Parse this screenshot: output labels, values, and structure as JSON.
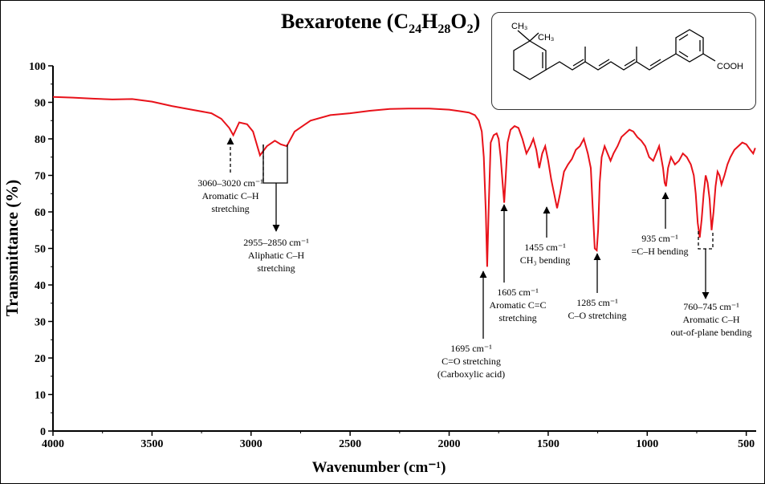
{
  "title": {
    "name": "Bexarotene",
    "formula_parts": [
      {
        "text": "(C",
        "sub": false
      },
      {
        "text": "24",
        "sub": true
      },
      {
        "text": "H",
        "sub": false
      },
      {
        "text": "28",
        "sub": true
      },
      {
        "text": "O",
        "sub": false
      },
      {
        "text": "2",
        "sub": true
      },
      {
        "text": ")",
        "sub": false
      }
    ]
  },
  "structure": {
    "methyl_1": "CH₃",
    "methyl_2": "CH₃",
    "acid_group": "COOH"
  },
  "colors": {
    "spectrum": "#e8121a",
    "axis": "#000000"
  },
  "chart_data": {
    "type": "line",
    "xlabel": "Wavenumber (cm⁻¹)",
    "ylabel": "Transmittance (%)",
    "xlim": [
      4000,
      450
    ],
    "ylim": [
      0,
      100
    ],
    "x_ticks": [
      4000,
      3500,
      3000,
      2500,
      2000,
      1500,
      1000,
      500
    ],
    "y_ticks": [
      0,
      10,
      20,
      30,
      40,
      50,
      60,
      70,
      80,
      90,
      100
    ],
    "grid": false,
    "legend": "none",
    "series": [
      {
        "x": [
          4000,
          3900,
          3800,
          3700,
          3600,
          3500,
          3400,
          3300,
          3200,
          3150,
          3110,
          3090,
          3060,
          3020,
          2990,
          2955,
          2920,
          2880,
          2850,
          2820,
          2780,
          2700,
          2600,
          2500,
          2400,
          2300,
          2200,
          2100,
          2000,
          1950,
          1900,
          1870,
          1850,
          1835,
          1825,
          1815,
          1808,
          1800,
          1790,
          1775,
          1760,
          1750,
          1740,
          1730,
          1722,
          1714,
          1705,
          1690,
          1670,
          1650,
          1630,
          1610,
          1590,
          1575,
          1560,
          1545,
          1530,
          1515,
          1500,
          1485,
          1470,
          1455,
          1440,
          1420,
          1400,
          1380,
          1360,
          1340,
          1320,
          1300,
          1285,
          1275,
          1265,
          1255,
          1248,
          1240,
          1230,
          1215,
          1200,
          1185,
          1170,
          1150,
          1130,
          1110,
          1090,
          1070,
          1050,
          1030,
          1010,
          990,
          970,
          955,
          940,
          930,
          920,
          912,
          905,
          895,
          880,
          860,
          840,
          820,
          800,
          780,
          765,
          755,
          745,
          735,
          725,
          715,
          705,
          695,
          685,
          675,
          665,
          655,
          645,
          635,
          625,
          610,
          595,
          580,
          560,
          540,
          520,
          500,
          480,
          465,
          455
        ],
        "y": [
          91.5,
          91.3,
          91,
          90.8,
          90.9,
          90.2,
          89,
          88,
          87,
          85.5,
          83,
          81,
          84.5,
          84,
          82,
          75.5,
          78,
          79.5,
          78.5,
          78,
          82,
          85,
          86.5,
          87,
          87.7,
          88.2,
          88.3,
          88.3,
          88,
          87.6,
          87.2,
          86.5,
          85,
          82,
          75,
          60,
          45,
          62,
          79,
          81,
          81.5,
          80,
          75,
          68,
          62.5,
          70,
          79,
          82.5,
          83.5,
          83,
          80,
          76,
          78,
          80,
          77,
          72,
          76,
          78,
          74,
          69,
          65,
          61,
          65,
          71,
          73,
          74.5,
          77,
          78,
          80,
          76,
          72,
          61,
          50,
          49.5,
          55,
          68,
          75,
          78,
          76,
          74,
          76,
          78,
          80.5,
          81.5,
          82.5,
          82,
          80.5,
          79.5,
          78,
          75,
          74,
          76,
          78,
          75,
          72,
          68,
          67,
          72,
          75,
          73,
          74,
          76,
          75,
          73,
          70,
          65,
          57,
          53,
          58,
          65,
          70,
          68,
          63.5,
          55,
          60,
          67,
          71,
          70,
          67.5,
          70,
          73,
          75,
          77,
          78,
          79,
          78.5,
          77,
          76,
          77.5
        ]
      }
    ],
    "annotations": [
      {
        "lines": [
          "3060–3020 cm⁻¹",
          "Aromatic C–H",
          "stretching"
        ]
      },
      {
        "lines": [
          "2955–2850 cm⁻¹",
          "Aliphatic C–H",
          "stretching"
        ]
      },
      {
        "lines": [
          "1695 cm⁻¹",
          "C=O stretching",
          "(Carboxylic acid)"
        ]
      },
      {
        "lines": [
          "1605 cm⁻¹",
          "Aromatic C=C",
          "stretching"
        ]
      },
      {
        "lines": [
          "1455 cm⁻¹",
          "CH₃ bending"
        ]
      },
      {
        "lines": [
          "1285 cm⁻¹",
          "C–O stretching"
        ]
      },
      {
        "lines": [
          "935 cm⁻¹",
          "=C–H bending"
        ]
      },
      {
        "lines": [
          "760–745 cm⁻¹",
          "Aromatic C–H",
          "out-of-plane bending"
        ]
      }
    ]
  }
}
